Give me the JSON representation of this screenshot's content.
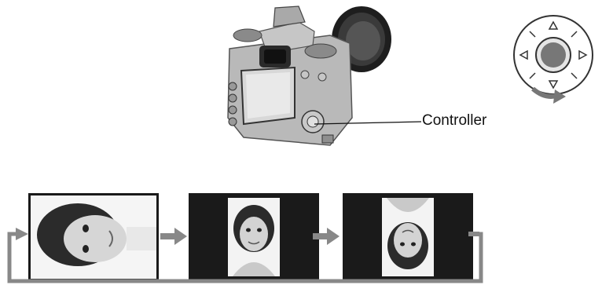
{
  "callout": {
    "controller_label": "Controller"
  },
  "icons": {
    "camera": "dslr-camera-back-view",
    "dial": "four-way-controller-dial",
    "arrow": "right-arrow",
    "loop": "return-loop-arrow"
  },
  "colors": {
    "line": "#888888",
    "frame_dark": "#1a1a1a",
    "camera_body": "#b8b8b8"
  },
  "sequence": {
    "frames": [
      {
        "orientation": "rotated-90",
        "background": "white"
      },
      {
        "orientation": "upright",
        "background": "black"
      },
      {
        "orientation": "upside-down",
        "background": "black"
      }
    ]
  }
}
